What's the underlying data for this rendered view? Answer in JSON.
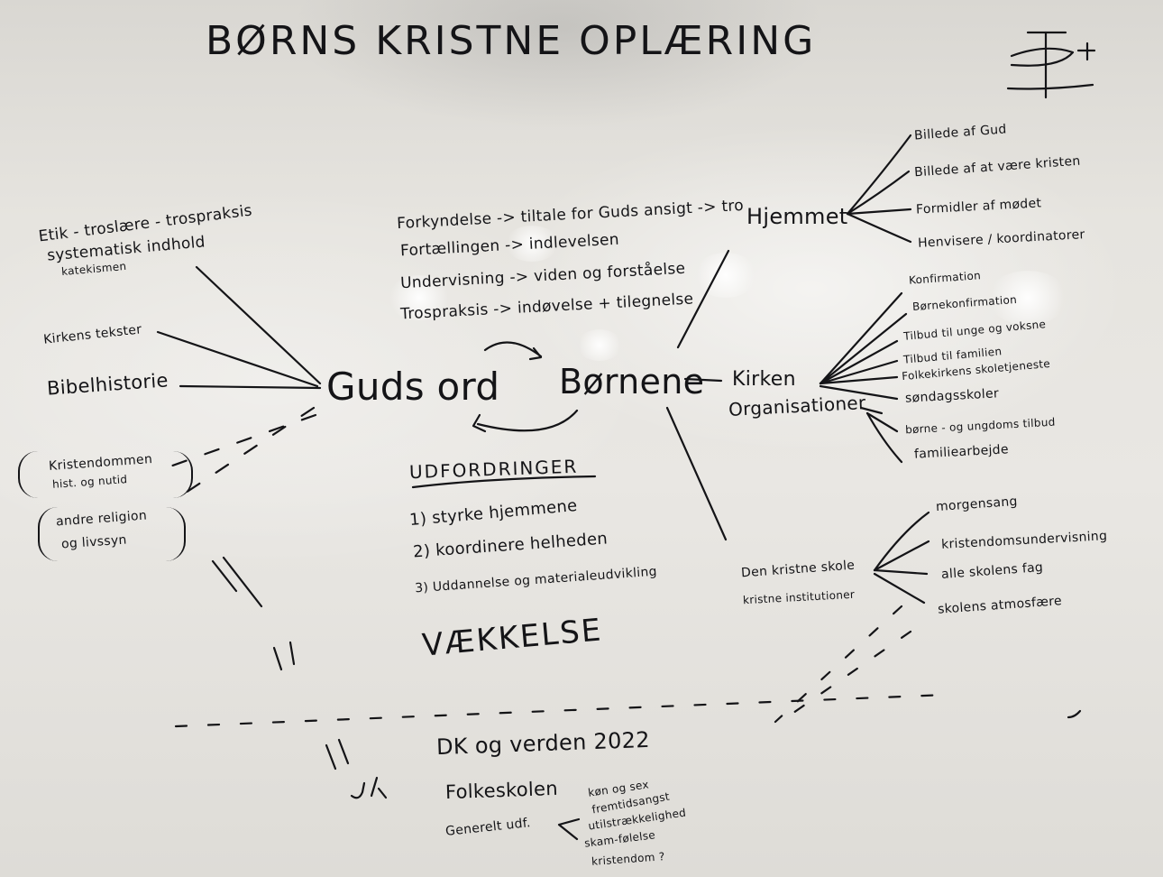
{
  "title": "BØRNS KRISTNE OPLÆRING",
  "logo": {
    "icon": "cross-anchor-logo"
  },
  "center": {
    "guds_ord": "Guds ord",
    "bornene": "Børnene"
  },
  "top_middle": [
    "Forkyndelse -> tiltale for Guds ansigt -> tro",
    "Fortællingen -> indlevelsen",
    "Undervisning -> viden og forståelse",
    "Trospraksis -> indøvelse + tilegnelse"
  ],
  "left_column": {
    "etik": [
      "Etik - troslære - trospraksis",
      "systematisk indhold",
      "katekismen"
    ],
    "kirke_tekster": "Kirkens tekster",
    "bibelhistorie": "Bibelhistorie",
    "kristendom": [
      "Kristendommen",
      "hist. og nutid"
    ],
    "religion": [
      "andre religion",
      "og livssyn"
    ]
  },
  "hjemmet": {
    "label": "Hjemmet",
    "items": [
      "Billede af Gud",
      "Billede af at være kristen",
      "Formidler af mødet",
      "Henvisere / koordinatorer"
    ]
  },
  "kirken": {
    "label": [
      "Kirken",
      "Organisationer"
    ],
    "items": [
      "Konfirmation",
      "Børnekonfirmation",
      "Tilbud til unge og voksne",
      "Tilbud til familien",
      "Folkekirkens skoletjeneste",
      "søndagsskoler",
      "børne - og ungdoms tilbud",
      "familiearbejde"
    ]
  },
  "skole": {
    "label": [
      "Den kristne skole",
      "kristne institutioner"
    ],
    "items": [
      "morgensang",
      "kristendomsundervisning",
      "alle skolens fag",
      "skolens atmosfære"
    ]
  },
  "udfordringer": {
    "heading": "UDFORDRINGER",
    "items": [
      "1) styrke hjemmene",
      "2) koordinere helheden",
      "3) Uddannelse og materialeudvikling"
    ]
  },
  "vaekkelse": "VÆKKELSE",
  "bottom": {
    "heading": "DK og verden 2022",
    "folkeskolen": "Folkeskolen",
    "generelt": "Generelt udf.",
    "items": [
      "køn og sex",
      "fremtidsangst",
      "utilstrækkelighed",
      "skam-følelse",
      "kristendom ?"
    ]
  }
}
